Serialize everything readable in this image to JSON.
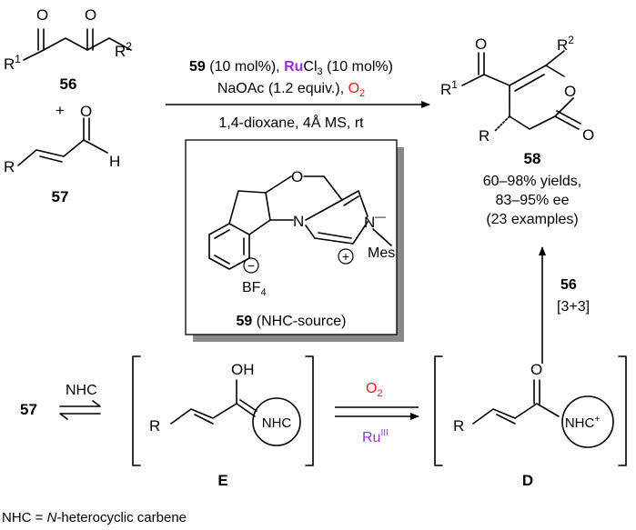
{
  "compounds": {
    "c56": {
      "id": "56",
      "r1": "R",
      "r1_sup": "1",
      "r2": "R",
      "r2_sup": "2",
      "o": "O"
    },
    "c57": {
      "id": "57",
      "r": "R",
      "h": "H",
      "o": "O"
    },
    "c58": {
      "id": "58",
      "r": "R",
      "r1": "R",
      "r1_sup": "1",
      "r2": "R",
      "r2_sup": "2",
      "o": "O"
    },
    "c59": {
      "id": "59",
      "caption": "(NHC-source)",
      "o": "O",
      "n": "N",
      "mes": "Mes",
      "plus": "+",
      "minus": "−",
      "bf": "BF",
      "bf_sub": "4"
    }
  },
  "conditions": {
    "line1_cat_id": "59",
    "line1_a": " (10 mol%), ",
    "line1_ru": "Ru",
    "line1_b": "Cl",
    "line1_sub": "3",
    "line1_c": " (10 mol%)",
    "line2_a": "NaOAc (1.2 equiv.), ",
    "line2_o": "O",
    "line2_o_sub": "2",
    "line3": "1,4-dioxane, 4Å MS, rt",
    "plus": "+"
  },
  "results": {
    "yields": "60–98% yields,",
    "ee": "83–95% ee",
    "examples": "(23 examples)"
  },
  "mechanism": {
    "start": "57",
    "eq_label": "NHC",
    "intermediate_e": "E",
    "intermediate_d": "D",
    "oh": "OH",
    "nhc": "NHC",
    "nhc_plus": "NHC",
    "plus_sup": "+",
    "ox_o": "O",
    "ox_sub": "2",
    "ru": "Ru",
    "ru_sup": "III",
    "step_reagent": "56",
    "step_label": "[3+3]",
    "r": "R",
    "o": "O"
  },
  "footnote": {
    "prefix": "NHC = ",
    "italic": "N",
    "rest": "-heterocyclic carbene"
  }
}
